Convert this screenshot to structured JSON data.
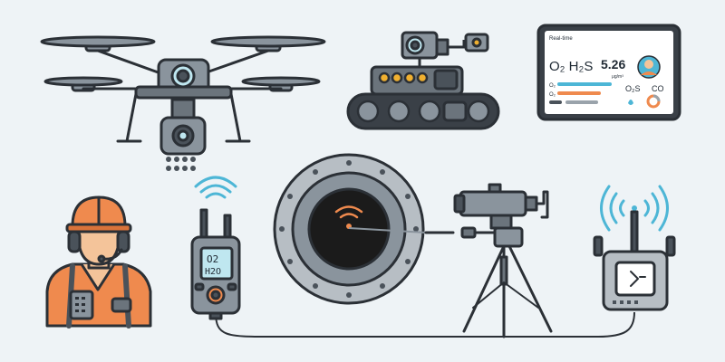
{
  "tablet": {
    "header_label": "Real-time",
    "gas_formula": "O₂ H₂S",
    "reading_value": "5.26",
    "reading_unit": "μg/m³",
    "row_labels": [
      "O₂",
      "O₂"
    ],
    "side_labels": [
      "O₂S",
      "CO"
    ]
  },
  "gas_meter": {
    "screen_line_1": "O2",
    "screen_line_2": "H2O"
  },
  "colors": {
    "background": "#eef3f6",
    "outline": "#2b3036",
    "body_gray": "#8a949d",
    "dark_gray": "#4a525a",
    "accent_orange": "#ef8a4e",
    "signal_blue": "#4db6d6",
    "screen_teal": "#bfe7f0",
    "tank_interior": "#1b1b1b"
  },
  "icons": [
    "drone-icon",
    "crawler-robot-icon",
    "tablet-monitor-icon",
    "worker-icon",
    "gas-detector-icon",
    "manhole-icon",
    "tripod-camera-icon",
    "wireless-router-icon",
    "wifi-signal-icon"
  ]
}
